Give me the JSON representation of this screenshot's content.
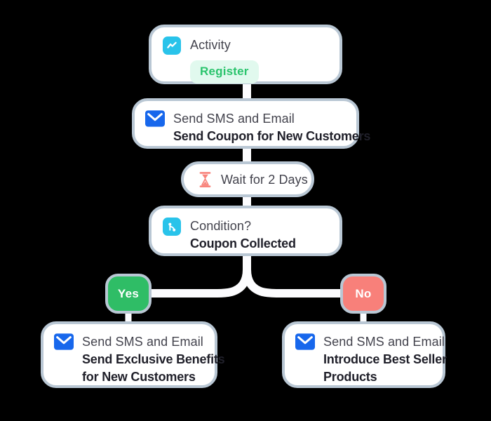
{
  "flow": {
    "background": "#000000",
    "colors": {
      "node_border": "#b9c7d4",
      "node_fill": "#ffffff",
      "connector": "#fcfcfe",
      "accent_cyan": "#29c3ea",
      "accent_blue": "#1767ec",
      "accent_green": "#2fbd66",
      "accent_red": "#f8807a",
      "badge_green_bg": "#e1f9ee",
      "badge_green_text": "#2bc46d",
      "text_primary": "#20202a",
      "text_secondary": "#43434d"
    },
    "nodes": {
      "activity": {
        "label": "Activity",
        "badge": "Register",
        "icon": "activity-trend-icon"
      },
      "sms_coupon": {
        "label": "Send SMS and Email",
        "title": "Send Coupon for New Customers",
        "icon": "email-icon"
      },
      "wait": {
        "label": "Wait for 2 Days",
        "icon": "hourglass-icon"
      },
      "condition": {
        "label": "Condition?",
        "title": "Coupon Collected",
        "icon": "branch-icon"
      },
      "branch_yes": {
        "label": "Yes"
      },
      "branch_no": {
        "label": "No"
      },
      "sms_benefits": {
        "label": "Send SMS and Email",
        "title_lines": [
          "Send Exclusive Benefits",
          "for New Customers"
        ],
        "icon": "email-icon"
      },
      "sms_bestseller": {
        "label": "Send SMS and Email",
        "title_lines": [
          "Introduce Best Seller",
          "Products"
        ],
        "icon": "email-icon"
      }
    }
  }
}
